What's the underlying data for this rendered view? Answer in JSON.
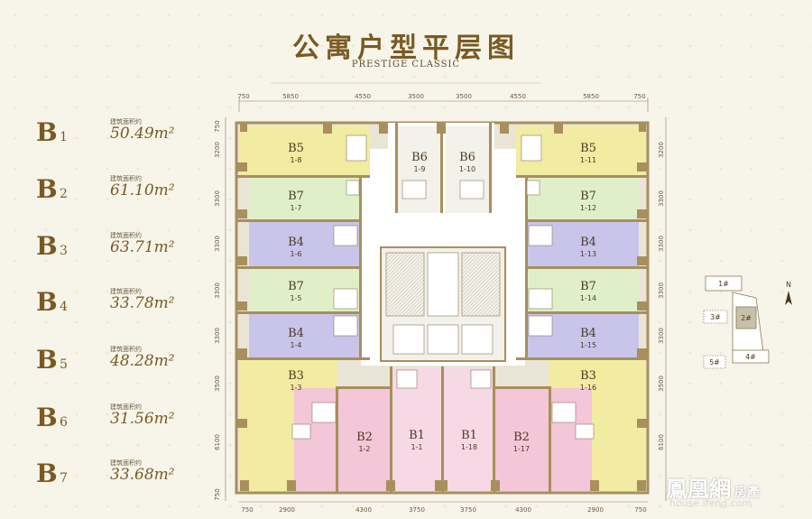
{
  "title": "公寓户型平层图",
  "subtitle": "PRESTIGE CLASSIC",
  "legend": [
    {
      "letter": "B",
      "num": "1",
      "caption": "建筑面积约",
      "area": "50.49m²"
    },
    {
      "letter": "B",
      "num": "2",
      "caption": "建筑面积约",
      "area": "61.10m²"
    },
    {
      "letter": "B",
      "num": "3",
      "caption": "建筑面积约",
      "area": "63.71m²"
    },
    {
      "letter": "B",
      "num": "4",
      "caption": "建筑面积约",
      "area": "33.78m²"
    },
    {
      "letter": "B",
      "num": "5",
      "caption": "建筑面积约",
      "area": "48.28m²"
    },
    {
      "letter": "B",
      "num": "6",
      "caption": "建筑面积约",
      "area": "31.56m²"
    },
    {
      "letter": "B",
      "num": "7",
      "caption": "建筑面积约",
      "area": "33.68m²"
    }
  ],
  "dims_top": [
    "750",
    "5850",
    "4550",
    "3500",
    "3500",
    "4550",
    "5850",
    "750"
  ],
  "dims_bottom": [
    "750",
    "2900",
    "4300",
    "3750",
    "3750",
    "4300",
    "2900",
    "750"
  ],
  "dims_left": [
    "750",
    "3200",
    "3300",
    "3300",
    "3300",
    "3300",
    "3500",
    "6100",
    "750"
  ],
  "dims_right": [
    "3200",
    "3300",
    "3300",
    "3300",
    "3300",
    "3500",
    "6100"
  ],
  "units": {
    "b5_l": {
      "type": "B5",
      "no": "1-8"
    },
    "b6_l": {
      "type": "B6",
      "no": "1-9"
    },
    "b6_r": {
      "type": "B6",
      "no": "1-10"
    },
    "b5_r": {
      "type": "B5",
      "no": "1-11"
    },
    "b7_l1": {
      "type": "B7",
      "no": "1-7"
    },
    "b7_r1": {
      "type": "B7",
      "no": "1-12"
    },
    "b4_l1": {
      "type": "B4",
      "no": "1-6"
    },
    "b4_r1": {
      "type": "B4",
      "no": "1-13"
    },
    "b7_l2": {
      "type": "B7",
      "no": "1-5"
    },
    "b7_r2": {
      "type": "B7",
      "no": "1-14"
    },
    "b4_l2": {
      "type": "B4",
      "no": "1-4"
    },
    "b4_r2": {
      "type": "B4",
      "no": "1-15"
    },
    "b3_l": {
      "type": "B3",
      "no": "1-3"
    },
    "b3_r": {
      "type": "B3",
      "no": "1-16"
    },
    "b2_l": {
      "type": "B2",
      "no": "1-2"
    },
    "b1_l": {
      "type": "B1",
      "no": "1-1"
    },
    "b1_r": {
      "type": "B1",
      "no": "1-18"
    },
    "b2_r": {
      "type": "B2",
      "no": "1-17"
    }
  },
  "keyplan": {
    "b1": "1#",
    "b2": "2#",
    "b3": "3#",
    "b4": "4#",
    "b5": "5#",
    "north": "N"
  },
  "watermark": {
    "logo": "鳳凰網",
    "tag": "房產",
    "url": "house.ifeng.com"
  },
  "colors": {
    "yellow": "#f2eba2",
    "green": "#dff0c8",
    "purple": "#c9c4ea",
    "pink": "#f3c6d8",
    "pink_light": "#f6d9e4",
    "wall": "#a88f5c",
    "core": "#f2f1ea",
    "corridor": "#ffffff",
    "title": "#7a5a22"
  }
}
